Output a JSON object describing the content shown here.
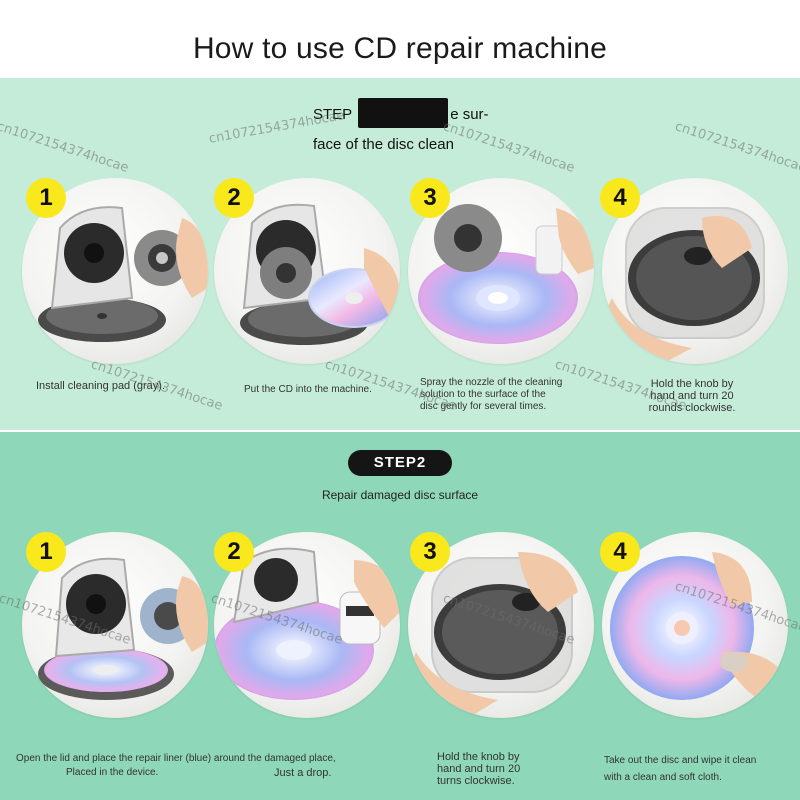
{
  "title": "How to use CD repair machine",
  "step1": {
    "heading_line1": "STEP",
    "heading_line1_tail": "e sur-",
    "heading_line2": "face of the disc clean",
    "cards": [
      {
        "number": "1",
        "caption": "Install cleaning pad (gray)."
      },
      {
        "number": "2",
        "caption": "Put the CD into the machine."
      },
      {
        "number": "3",
        "caption_lines": [
          "Spray the nozzle of the cleaning",
          "solution to the surface of the",
          "disc gently for several times."
        ]
      },
      {
        "number": "4",
        "caption_lines": [
          "Hold the knob by",
          "hand and turn 20",
          "rounds clockwise."
        ]
      }
    ]
  },
  "step2": {
    "label": "STEP2",
    "subtitle": "Repair damaged disc surface",
    "cards": [
      {
        "number": "1",
        "caption_lines": [
          "Open the lid and place the repair liner (blue) around the damaged place,",
          "Placed in the device."
        ]
      },
      {
        "number": "2",
        "caption": "Just a drop."
      },
      {
        "number": "3",
        "caption_lines": [
          "Hold the knob by",
          "hand and turn 20",
          "turns clockwise."
        ]
      },
      {
        "number": "4",
        "caption_lines": [
          "Take out the disc and wipe it clean",
          "with a clean and soft cloth."
        ]
      }
    ]
  },
  "watermark": "cn1072154374hocae",
  "colors": {
    "panel1": "#c4ecd9",
    "panel2": "#8fd7b9",
    "badge": "#f8e81c",
    "pill": "#151515"
  }
}
